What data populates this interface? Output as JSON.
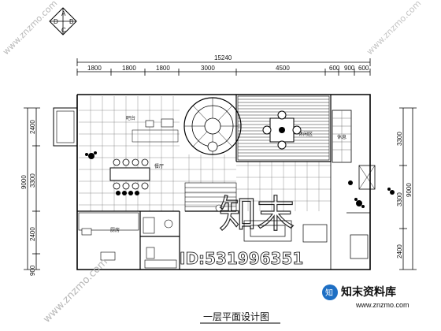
{
  "compass": [
    "A",
    "D",
    "B",
    "C"
  ],
  "dimensions": {
    "total_width": "15240",
    "top_segments": [
      "1800",
      "1800",
      "1800",
      "3000",
      "4500",
      "600",
      "900",
      "600"
    ],
    "left_total": "9000",
    "left_segments": [
      "2400",
      "3300",
      "2400",
      "900"
    ],
    "right_total": "9000",
    "right_segments": [
      "3300",
      "3300",
      "2400"
    ]
  },
  "rooms": {
    "leisure": "休闲区",
    "side": "休息",
    "dining": "餐厅",
    "bar": "吧台",
    "kitchen": "厨房"
  },
  "watermark": {
    "logo": "知末",
    "id": "ID:531996351",
    "url": "www.znzmo.com"
  },
  "brand": {
    "mark": "知",
    "name": "知末资料库",
    "url": "www.znzmo.com"
  },
  "caption": "一层平面设计图"
}
